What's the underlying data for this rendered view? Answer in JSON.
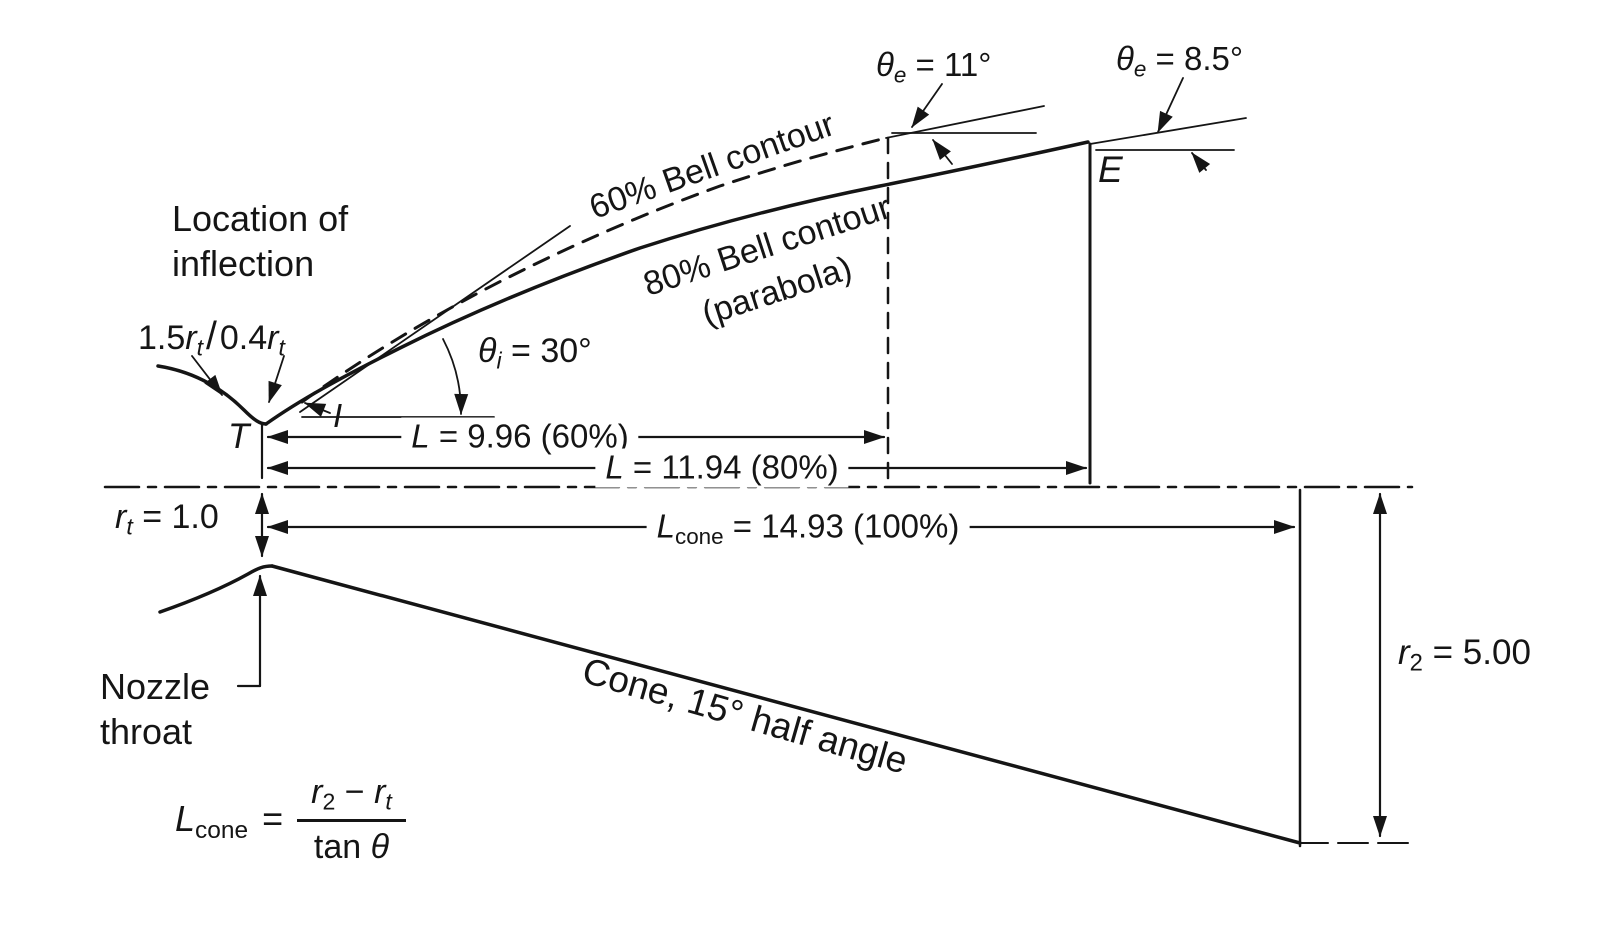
{
  "labels": {
    "theta_e_60": {
      "sym": "θ",
      "sub": "e",
      "val": " = 11°"
    },
    "theta_e_80": {
      "sym": "θ",
      "sub": "e",
      "val": " = 8.5°"
    },
    "bell_60": "60% Bell contour",
    "bell_80": "80% Bell contour",
    "bell_80_sub": "(parabola)",
    "point_E": "E",
    "point_T": "T",
    "point_I": "I",
    "inflection_1": "Location of",
    "inflection_2": "inflection",
    "radius_upstream": {
      "pre": "1.5",
      "sym": "r",
      "sub": "t"
    },
    "slash": "/",
    "radius_downstream": {
      "pre": "0.4",
      "sym": "r",
      "sub": "t"
    },
    "theta_i": {
      "sym": "θ",
      "sub": "i",
      "val": " = 30°"
    },
    "dim_L60": {
      "sym": "L",
      "val": " = 9.96 (60%)"
    },
    "dim_L80": {
      "sym": "L",
      "val": " = 11.94 (80%)"
    },
    "dim_Lcone": {
      "sym": "L",
      "sub": "cone",
      "val": " = 14.93 (100%)"
    },
    "throat_radius": {
      "sym": "r",
      "sub": "t",
      "val": " = 1.0"
    },
    "exit_radius": {
      "sym": "r",
      "sub": "2",
      "val": " = 5.00"
    },
    "cone": "Cone, 15° half angle",
    "nozzle_throat_1": "Nozzle",
    "nozzle_throat_2": "throat",
    "formula": {
      "lhs_sym": "L",
      "lhs_sub": "cone",
      "eq": "=",
      "num_1_sym": "r",
      "num_1_sub": "2",
      "minus": "−",
      "num_2_sym": "r",
      "num_2_sub": "t",
      "den_fn": "tan",
      "den_sym": "θ"
    }
  },
  "style": {
    "ink": "#151515",
    "background": "#ffffff"
  }
}
